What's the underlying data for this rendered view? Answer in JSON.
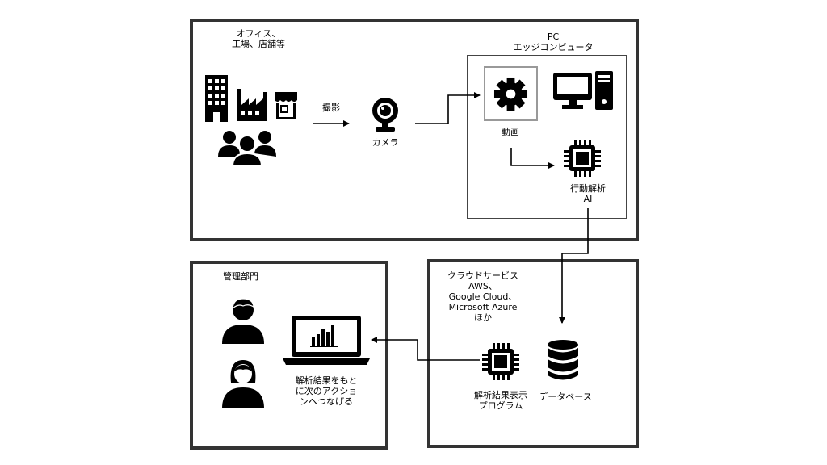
{
  "top_panel": {
    "source_label": "オフィス、\n工場、店舗等",
    "capture_label": "撮影",
    "camera_label": "カメラ",
    "pc_label": "PC\nエッジコンピュータ",
    "video_label": "動画",
    "ai_label": "行動解析\nAI"
  },
  "cloud_panel": {
    "title": "クラウドサービス\nAWS、\nGoogle Cloud、\nMicrosoft Azure\nほか",
    "program_label": "解析結果表示\nプログラム",
    "database_label": "データベース"
  },
  "management_panel": {
    "title": "管理部門",
    "result_label": "解析結果をもと\nに次のアクショ\nンへつなげる"
  },
  "icons": [
    "building-icon",
    "factory-icon",
    "store-icon",
    "people-group-icon",
    "webcam-icon",
    "gear-icon",
    "monitor-icon",
    "pc-tower-icon",
    "chip-icon",
    "database-icon",
    "laptop-chart-icon",
    "man-avatar-icon",
    "woman-avatar-icon"
  ]
}
